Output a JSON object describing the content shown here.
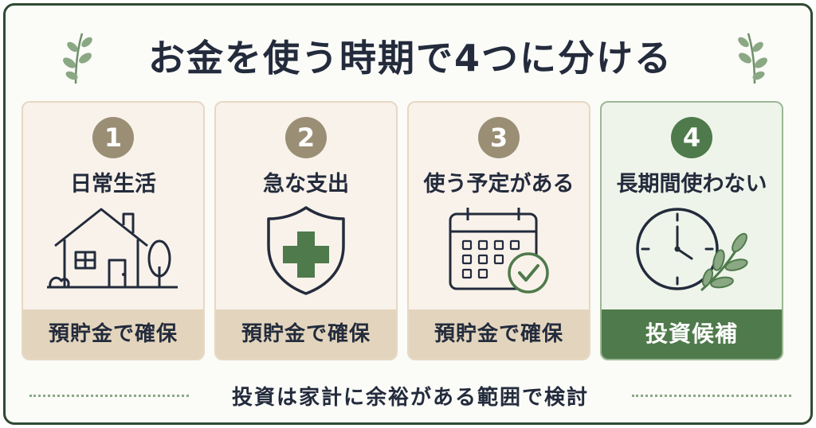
{
  "title": "お金を使う時期で4つに分ける",
  "cards": [
    {
      "number": "1",
      "title": "日常生活",
      "icon": "house-icon",
      "footer": "預貯金で確保"
    },
    {
      "number": "2",
      "title": "急な支出",
      "icon": "shield-cross-icon",
      "footer": "預貯金で確保"
    },
    {
      "number": "3",
      "title": "使う予定がある",
      "icon": "calendar-check-icon",
      "footer": "預貯金で確保"
    },
    {
      "number": "4",
      "title": "長期間使わない",
      "icon": "clock-leaf-icon",
      "footer": "投資候補"
    }
  ],
  "note": "投資は家計に余裕がある範囲で検討",
  "colors": {
    "border": "#2f4a33",
    "card_bg": "#f8f2ea",
    "card_footer": "#e3d5bd",
    "accent_green": "#4f7a4b",
    "number_badge": "#9a8e75",
    "text": "#232b3c"
  }
}
